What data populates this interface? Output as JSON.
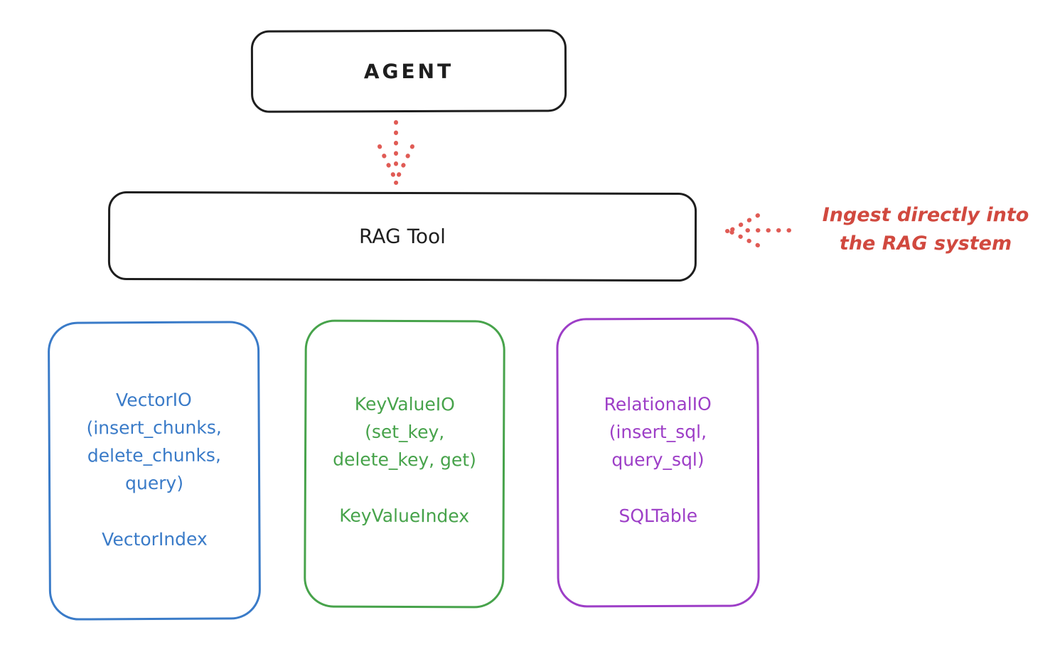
{
  "diagram": {
    "agent": {
      "label": "AGENT"
    },
    "rag_tool": {
      "label": "RAG Tool"
    },
    "annotation": {
      "line1": "Ingest directly into",
      "line2": "the RAG system"
    },
    "vector_box": {
      "lines": [
        "VectorIO",
        "(insert_chunks,",
        "delete_chunks,",
        "query)"
      ],
      "index_label": "VectorIndex",
      "color": "#3a7bc8"
    },
    "keyvalue_box": {
      "lines": [
        "KeyValueIO",
        "(set_key,",
        "delete_key, get)"
      ],
      "index_label": "KeyValueIndex",
      "color": "#47a34b"
    },
    "relational_box": {
      "lines": [
        "RelationalIO",
        "(insert_sql,",
        "query_sql)"
      ],
      "index_label": "SQLTable",
      "color": "#9d3ec7"
    },
    "colors": {
      "ink": "#1e1e1e",
      "arrow_red": "#e05b55",
      "annotation_red": "#d1493f"
    }
  }
}
